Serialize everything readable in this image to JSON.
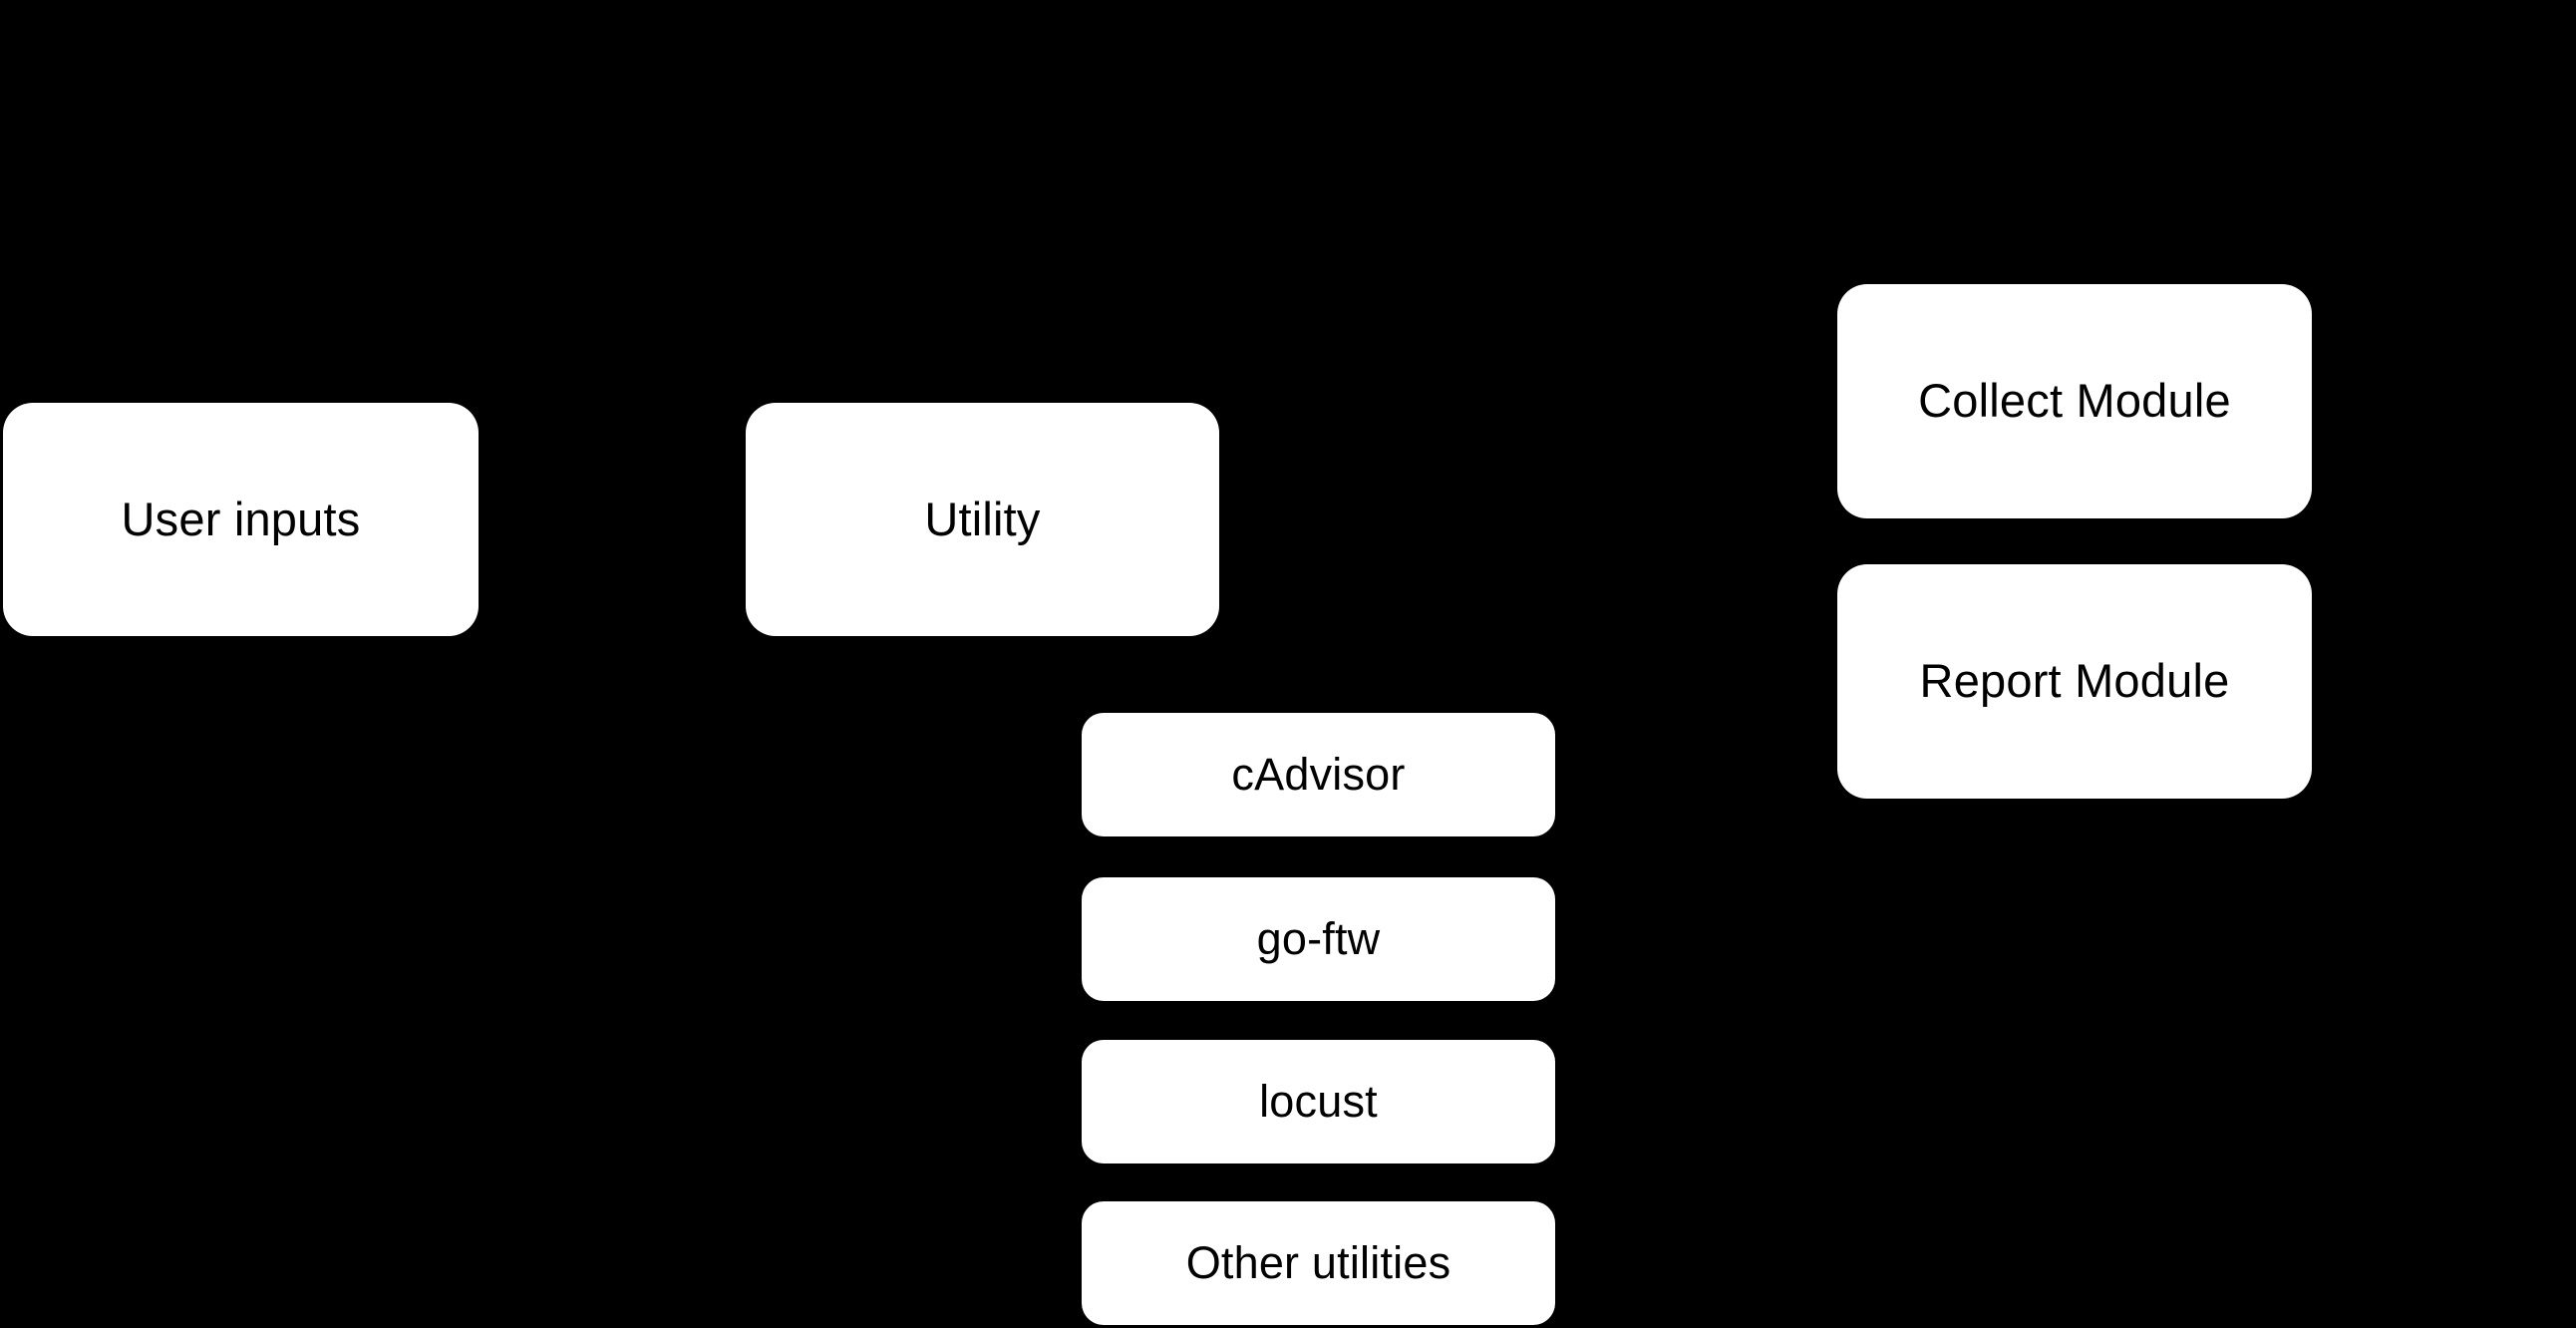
{
  "diagram": {
    "background_color": "#000000",
    "node_fill_color": "#ffffff",
    "node_text_color": "#000000",
    "nodes": [
      {
        "id": "user-inputs",
        "label": "User inputs"
      },
      {
        "id": "utility",
        "label": "Utility"
      },
      {
        "id": "cadvisor",
        "label": "cAdvisor"
      },
      {
        "id": "go-ftw",
        "label": "go-ftw"
      },
      {
        "id": "locust",
        "label": "locust"
      },
      {
        "id": "other-utilities",
        "label": "Other utilities"
      },
      {
        "id": "collect-module",
        "label": "Collect Module"
      },
      {
        "id": "report-module",
        "label": "Report Module"
      }
    ]
  }
}
